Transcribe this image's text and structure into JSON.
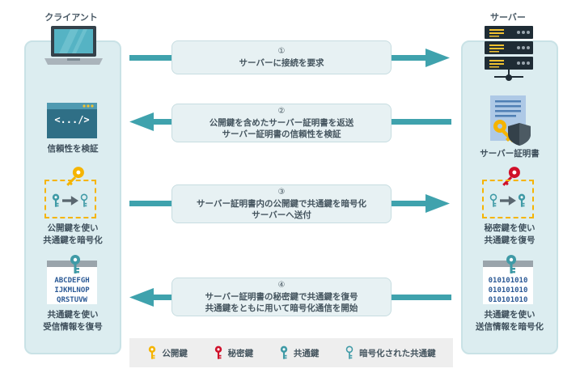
{
  "client": {
    "title": "クライアント",
    "browser_code": "<.../>",
    "verify_caption": [
      "信頼性を検証"
    ],
    "encrypt_caption": [
      "公開鍵を使い",
      "共通鍵を暗号化"
    ],
    "text_lines": [
      "ABCDEFGH",
      "IJKMLNOP",
      "QRSTUVW"
    ],
    "decrypt_caption": [
      "共通鍵を使い",
      "受信情報を復号"
    ]
  },
  "server": {
    "title": "サーバー",
    "cert_caption": [
      "サーバー証明書"
    ],
    "decrypt_caption": [
      "秘密鍵を使い",
      "共通鍵を復号"
    ],
    "binary_lines": [
      "010101010",
      "010101010",
      "010101010"
    ],
    "encrypt_caption": [
      "共通鍵を使い",
      "送信情報を暗号化"
    ]
  },
  "steps": [
    {
      "number": "①",
      "lines": [
        "サーバーに接続を要求"
      ],
      "direction": "right"
    },
    {
      "number": "②",
      "lines": [
        "公開鍵を含めたサーバー証明書を返送",
        "サーバー証明書の信頼性を検証"
      ],
      "direction": "left"
    },
    {
      "number": "③",
      "lines": [
        "サーバー証明書内の公開鍵で共通鍵を暗号化",
        "サーバーへ送付"
      ],
      "direction": "right"
    },
    {
      "number": "④",
      "lines": [
        "サーバー証明書の秘密鍵で共通鍵を復号",
        "共通鍵をともに用いて暗号化通信を開始"
      ],
      "direction": "left"
    }
  ],
  "legend": [
    {
      "label": "公開鍵",
      "icon": "public-key-icon",
      "color": "#f5b400"
    },
    {
      "label": "秘密鍵",
      "icon": "private-key-icon",
      "color": "#d0102a"
    },
    {
      "label": "共通鍵",
      "icon": "common-key-icon",
      "color": "#3f9aa6"
    },
    {
      "label": "暗号化された共通鍵",
      "icon": "encrypted-common-key-icon",
      "color": "#3f9aa6"
    }
  ],
  "colors": {
    "panel": "#dcedf0",
    "arrow": "#3fa2ad",
    "public_key": "#f5b400",
    "private_key": "#d0102a",
    "common_key": "#3f9aa6",
    "dashed": "#f5b400"
  }
}
